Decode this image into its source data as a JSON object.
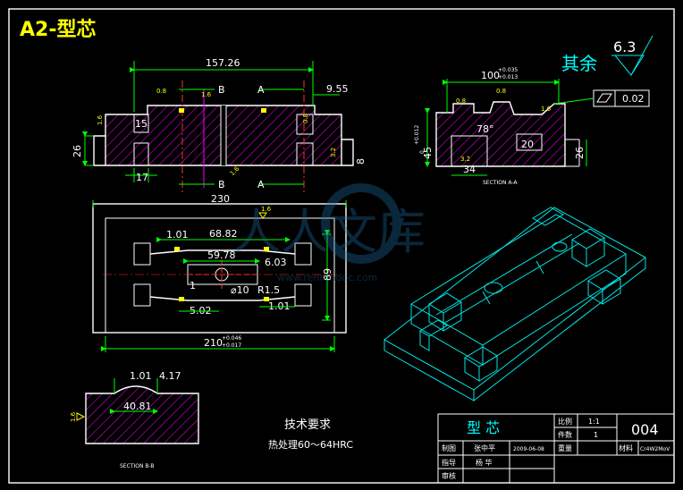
{
  "title": "A2-型芯",
  "surface_note": {
    "label": "其余",
    "value": "6.3"
  },
  "views": {
    "front": {
      "dims": {
        "top_width": "157.26",
        "right_step": "9.55",
        "left_width": "17",
        "height": "26",
        "left_step": "15",
        "right_small": "8"
      },
      "section_labels": [
        "B",
        "A",
        "B",
        "A"
      ],
      "roughness": [
        "0.8",
        "1.6",
        "0.8",
        "1.6",
        "3.2",
        "1.6"
      ]
    },
    "section_aa": {
      "dims": {
        "width": "100",
        "width_tol_upper": "+0.035",
        "width_tol_lower": "+0.013",
        "height": "45",
        "height_tol_upper": "+0.012",
        "height_tol_lower": "0",
        "angle": "78°",
        "right_dim": "20",
        "bottom_dim": "34",
        "right_height": "26"
      },
      "roughness": [
        "0.8",
        "0.8",
        "1.6",
        "3.2"
      ],
      "flatness": "0.02",
      "label": "SECTION A-A"
    },
    "top": {
      "dims": {
        "width": "230",
        "inner_a": "68.82",
        "inner_b": "59.78",
        "left_small": "1.01",
        "right_b": "6.03",
        "circle": "⌀10",
        "radius": "R1.5",
        "left_bottom": "5.02",
        "right_bottom": "1.01",
        "height": "89",
        "bottom_width": "210",
        "bottom_tol_upper": "+0.046",
        "bottom_tol_lower": "+0.017",
        "small_1": "1"
      },
      "roughness": [
        "1.6"
      ]
    },
    "section_bb": {
      "dims": {
        "left": "1.01",
        "right": "4.17",
        "width": "40.81"
      },
      "roughness": [
        "1.6"
      ],
      "label": "SECTION B-B"
    }
  },
  "tech_requirements": {
    "heading": "技术要求",
    "line1": "热处理60～64HRC"
  },
  "watermark": {
    "text": "人人文库",
    "url": "www.renrendoc.com"
  },
  "title_block": {
    "part_name": "型    芯",
    "scale_label": "比例",
    "scale_value": "1:1",
    "qty_label": "件数",
    "qty_value": "1",
    "weight_label": "重量",
    "drawing_no": "004",
    "material_label": "材料",
    "material_value": "Cr4W2MoV",
    "rows": [
      {
        "label": "制图",
        "name": "张中平",
        "date": "2009-06-08"
      },
      {
        "label": "指导",
        "name": "杨  华",
        "date": ""
      },
      {
        "label": "审核",
        "name": "",
        "date": ""
      }
    ]
  },
  "colors": {
    "background": "#000000",
    "outline": "#ffffff",
    "dimension": "#00ff00",
    "hatch": "#ff00ff",
    "iso_view": "#00e5e5",
    "title": "#ffff00"
  }
}
